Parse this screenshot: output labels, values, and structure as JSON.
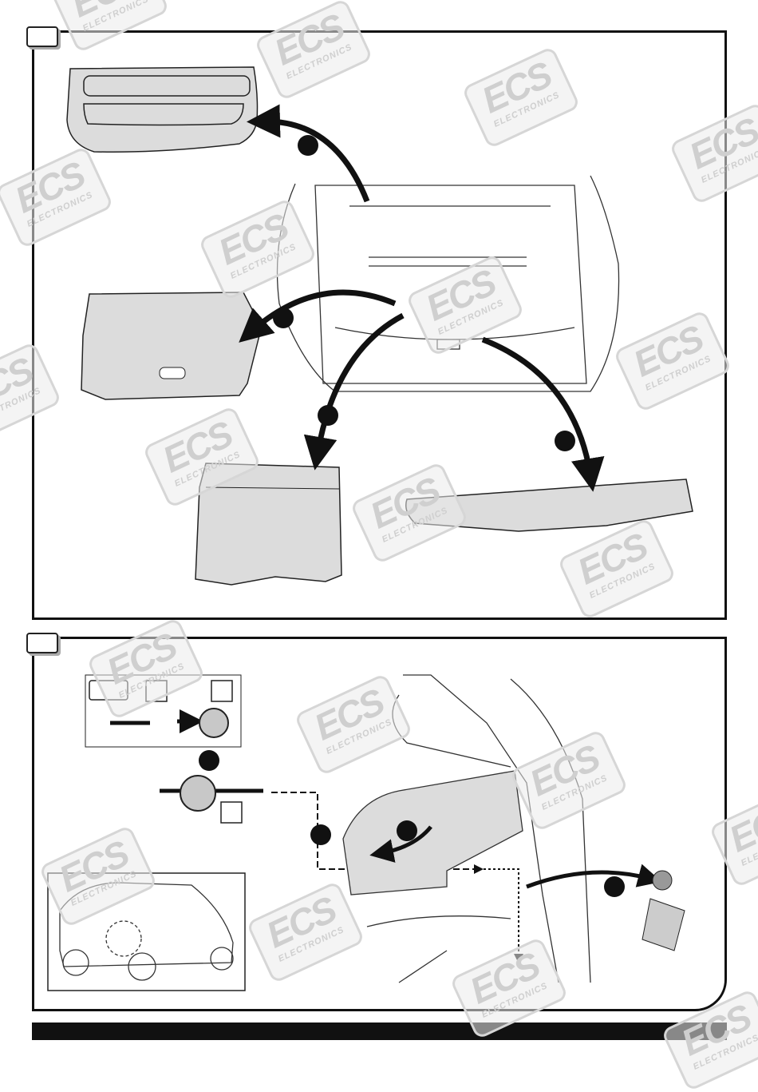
{
  "watermark": {
    "brand": "ECS",
    "sub": "ELECTRONICS"
  },
  "colors": {
    "line": "#111111",
    "part_fill": "#dcdcdc",
    "watermark": "#d0d0d0"
  },
  "panels": [
    {
      "name": "remove-trunk-trim",
      "steps": 4
    },
    {
      "name": "route-wiring-harness",
      "steps": 4
    }
  ]
}
